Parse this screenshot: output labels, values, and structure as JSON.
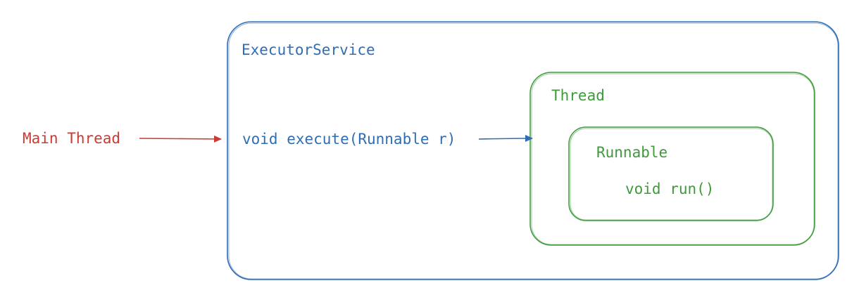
{
  "colors": {
    "executor": "#2f6db5",
    "thread": "#3f9a3a",
    "main": "#cc3b33",
    "background": "#ffffff"
  },
  "main_thread": {
    "label": "Main Thread"
  },
  "executor_service": {
    "title": "ExecutorService",
    "method": "void execute(Runnable r)"
  },
  "thread": {
    "title": "Thread",
    "runnable": {
      "title": "Runnable",
      "method": "void run()"
    }
  }
}
